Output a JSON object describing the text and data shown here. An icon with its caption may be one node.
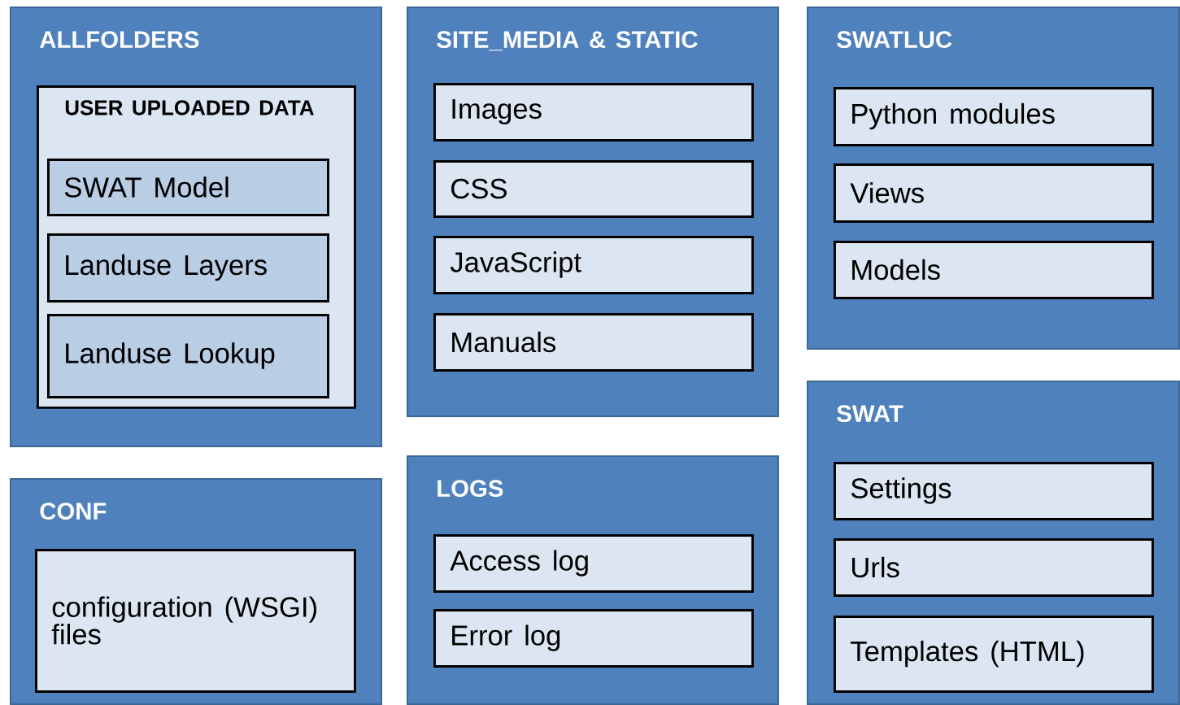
{
  "diagram": {
    "nodes": [
      {
        "text": [
          "ALLFOLDERS"
        ]
      },
      {
        "text": [
          "USER UPLOADED DATA"
        ],
        "in": 0
      },
      {
        "text": [
          "SWAT Model"
        ],
        "in": 1
      },
      {
        "text": [
          "Landuse Layers"
        ],
        "in": 1
      },
      {
        "text": [
          "Landuse Lookup"
        ],
        "in": 1
      },
      {
        "text": [
          "SITE_MEDIA & STATIC"
        ]
      },
      {
        "text": [
          "Images"
        ],
        "in": 5
      },
      {
        "text": [
          "CSS"
        ],
        "in": 5
      },
      {
        "text": [
          "JavaScript"
        ],
        "in": 5
      },
      {
        "text": [
          "Manuals"
        ],
        "in": 5
      },
      {
        "text": [
          "SWATLUC"
        ]
      },
      {
        "text": [
          "Python modules"
        ],
        "in": 10
      },
      {
        "text": [
          "Views"
        ],
        "in": 10
      },
      {
        "text": [
          "Models"
        ],
        "in": 10
      },
      {
        "text": [
          "CONF"
        ]
      },
      {
        "text": [
          "configuration (WSGI) files"
        ],
        "in": 14
      },
      {
        "text": [
          "LOGS"
        ]
      },
      {
        "text": [
          "Access log"
        ],
        "in": 16
      },
      {
        "text": [
          "Error log"
        ],
        "in": 16
      },
      {
        "text": [
          "SWAT"
        ]
      },
      {
        "text": [
          "Settings"
        ],
        "in": 19
      },
      {
        "text": [
          "Urls"
        ],
        "in": 19
      },
      {
        "text": [
          "Templates (HTML)"
        ],
        "in": 19
      }
    ]
  }
}
